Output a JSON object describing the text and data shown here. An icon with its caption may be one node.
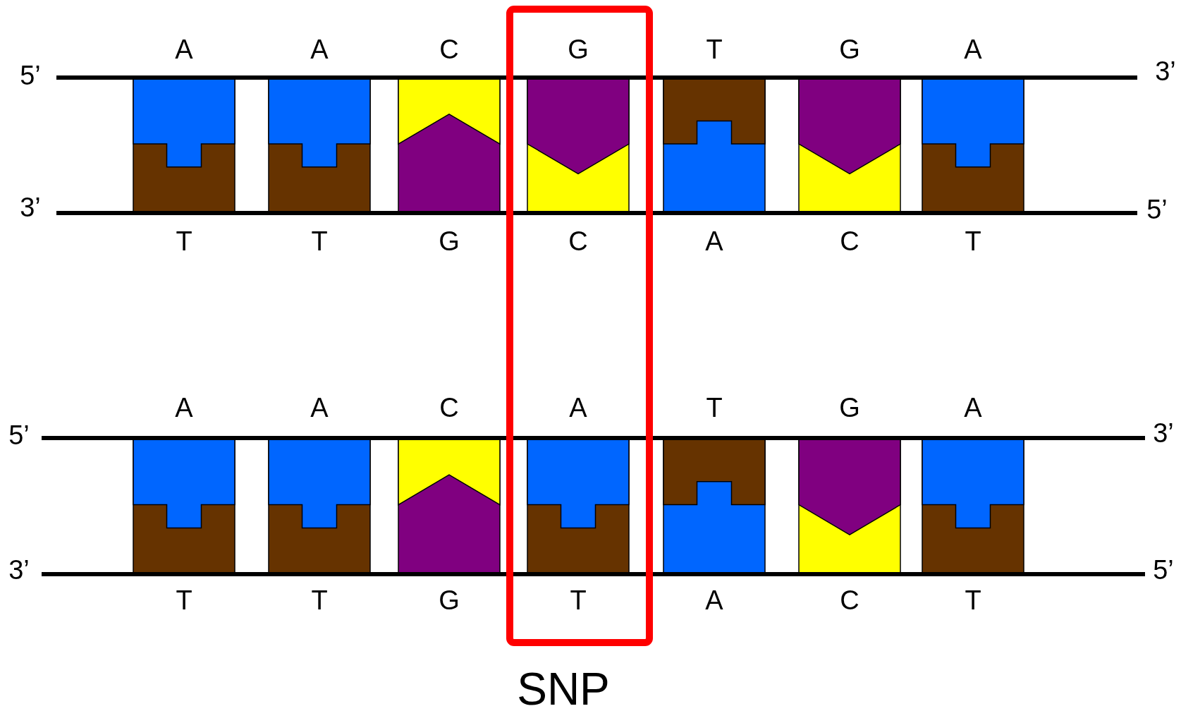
{
  "diagram": {
    "labels": [
      "A",
      "A",
      "C",
      "G",
      "T",
      "G",
      "A",
      "5’",
      "3’",
      "3’",
      "5’",
      "T",
      "T",
      "G",
      "C",
      "A",
      "C",
      "T",
      "A",
      "A",
      "C",
      "A",
      "T",
      "G",
      "A",
      "5’",
      "3’",
      "3’",
      "5’",
      "T",
      "T",
      "G",
      "T",
      "A",
      "C",
      "T",
      "SNP"
    ]
  }
}
